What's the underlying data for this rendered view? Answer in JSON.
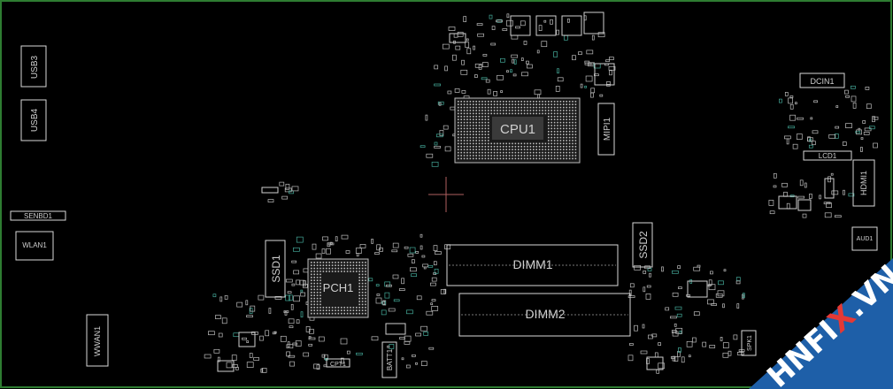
{
  "board": {
    "border_color": "#2e7d32",
    "background": "#000000",
    "crosshair_color": "#b06060"
  },
  "components": {
    "cpu": "CPU1",
    "pch": "PCH1",
    "dimm1": "DIMM1",
    "dimm2": "DIMM2",
    "ssd1": "SSD1",
    "ssd2": "SSD2",
    "usb3": "USB3",
    "usb4": "USB4",
    "senbd1": "SENBD1",
    "wlan1": "WLAN1",
    "wwan1": "WWAN1",
    "mipi1": "MIPI1",
    "dcin1": "DCIN1",
    "hdmi1": "HDMI1",
    "lcd1": "LCD1",
    "aud1": "AUD1",
    "batt1": "BATT1",
    "spk1": "SPK1",
    "cpt1": "CPT1"
  },
  "watermark": {
    "prefix": "HNFI",
    "accent": "X",
    "suffix": ".VN",
    "bg_color": "#1e5fa8",
    "accent_color": "#e53935"
  }
}
